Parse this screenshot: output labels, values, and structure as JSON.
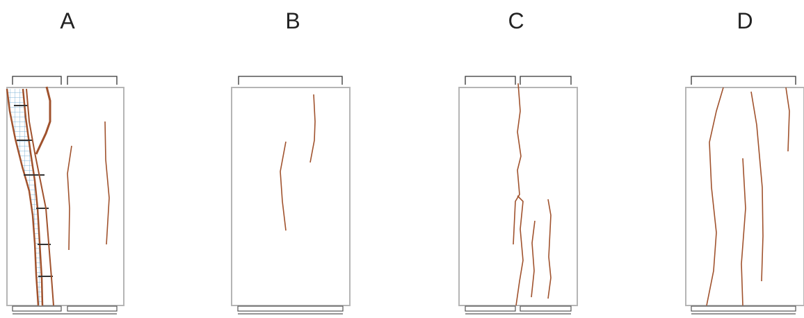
{
  "panels": [
    {
      "label": "A",
      "split_top_plate": true,
      "split_bottom_plate": true,
      "spalled_region": true,
      "crack_count": 3
    },
    {
      "label": "B",
      "split_top_plate": false,
      "split_bottom_plate": false,
      "spalled_region": false,
      "crack_count": 2
    },
    {
      "label": "C",
      "split_top_plate": true,
      "split_bottom_plate": true,
      "spalled_region": false,
      "crack_count": 4
    },
    {
      "label": "D",
      "split_top_plate": false,
      "split_bottom_plate": false,
      "spalled_region": false,
      "crack_count": 4
    }
  ],
  "colors": {
    "crack": "#a0522d",
    "specimen_outline": "#b5b5b5",
    "plate": "#333333",
    "mesh": "#7fb3d5",
    "reinforcement": "#333333"
  }
}
